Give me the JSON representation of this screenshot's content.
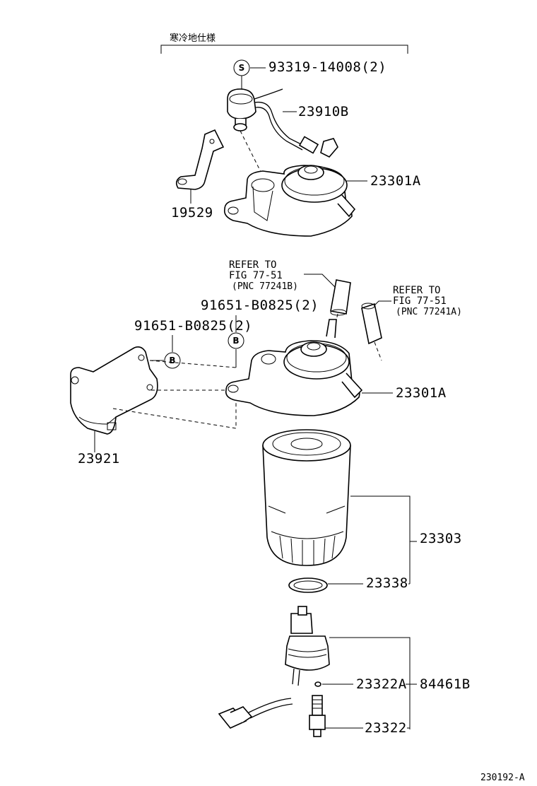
{
  "header": {
    "variant_note": "寒冷地仕様"
  },
  "callouts": {
    "screw_letter": "S",
    "bolt_letter_1": "B",
    "bolt_letter_2": "B"
  },
  "parts": {
    "screw": "93319-14008(2)",
    "sensor": "23910B",
    "filter_head_upper": "23301A",
    "bracket_small": "19529",
    "refer_1_line1": "REFER TO",
    "refer_1_line2": "FIG 77-51",
    "refer_1_line3": "(PNC 77241B)",
    "refer_2_line1": "REFER TO",
    "refer_2_line2": "FIG 77-51",
    "refer_2_line3": "(PNC 77241A)",
    "bolt_1": "91651-B0825(2)",
    "bolt_2": "91651-B0825(2)",
    "filter_head_lower": "23301A",
    "bracket_large": "23921",
    "filter_element": "23303",
    "gasket": "23338",
    "oring": "23322A",
    "oring_alt": "84461B",
    "drain_plug": "23322"
  },
  "footer": {
    "figure_code": "230192-A"
  }
}
